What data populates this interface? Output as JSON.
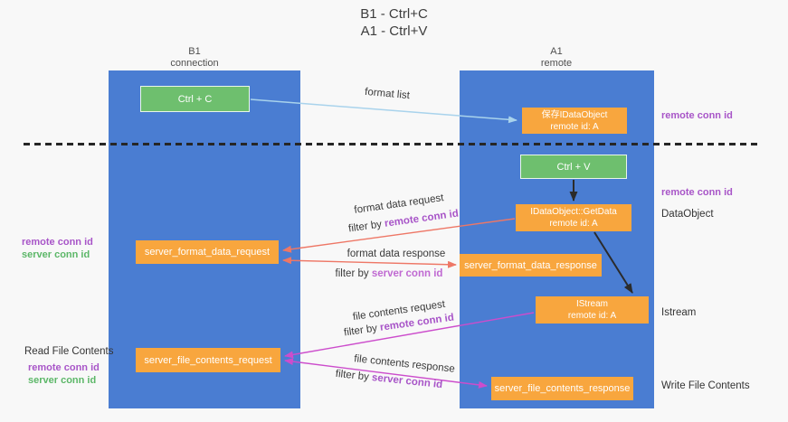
{
  "title": {
    "line1": "B1 - Ctrl+C",
    "line2": "A1 - Ctrl+V"
  },
  "columns": {
    "left": {
      "name": "B1",
      "role": "connection"
    },
    "right": {
      "name": "A1",
      "role": "remote"
    }
  },
  "nodes": {
    "ctrl_c": {
      "label": "Ctrl + C"
    },
    "ctrl_v": {
      "label": "Ctrl + V"
    },
    "saved_dataobject": {
      "line1": "保存IDataObject",
      "line2": "remote id: A"
    },
    "getdata": {
      "line1": "IDataObject::GetData",
      "line2": "remote id: A"
    },
    "istream": {
      "line1": "IStream",
      "line2": "remote id: A"
    },
    "format_request": {
      "label": "server_format_data_request"
    },
    "format_response": {
      "label": "server_format_data_response"
    },
    "file_request": {
      "label": "server_file_contents_request"
    },
    "file_response": {
      "label": "server_file_contents_response"
    }
  },
  "labels": {
    "remote_conn_id_top": "remote conn id",
    "remote_conn_id_mid": "remote conn id",
    "dataobject": "DataObject",
    "istream": "Istream",
    "read_file_contents": "Read File Contents",
    "write_file_contents": "Write File Contents",
    "format_left_remote": "remote conn id",
    "format_left_server": "server conn id",
    "file_left_remote": "remote conn id",
    "file_left_server": "server conn id"
  },
  "arrow_labels": {
    "format_list": "format list",
    "format_request_line1": "format data request",
    "format_request_prefix": "filter by ",
    "format_request_target": "remote conn id",
    "format_response_line1": "format data response",
    "format_response_prefix": "filter by ",
    "format_response_target": "server conn id",
    "file_request_line1": "file contents request",
    "file_request_prefix": "filter by ",
    "file_request_target": "remote conn id",
    "file_response_line1": "file contents response",
    "file_response_prefix": "filter by ",
    "file_response_target": "server conn id"
  },
  "colors": {
    "column_blue": "#4a7dd2",
    "node_orange": "#f8a63e",
    "button_green": "#6ebf6e",
    "arrow_salmon": "#ee7766",
    "arrow_magenta": "#cc4dcc",
    "arrow_light_blue": "#a9d3ec",
    "arrow_black": "#2b2b2b",
    "text_purple": "#a855c8",
    "text_purple_light": "#c06ad2",
    "text_green": "#5cb768"
  }
}
